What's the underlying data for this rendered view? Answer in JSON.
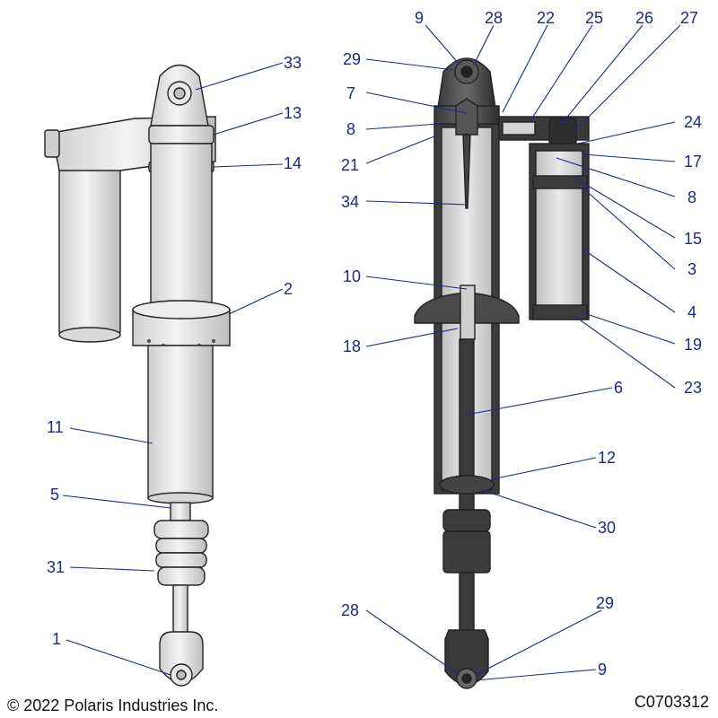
{
  "copyright": "© 2022 Polaris Industries Inc.",
  "drawing_id": "C0703312",
  "callouts": [
    "33",
    "13",
    "14",
    "2",
    "11",
    "5",
    "31",
    "1",
    "9",
    "28",
    "22",
    "25",
    "26",
    "27",
    "29",
    "7",
    "8",
    "21",
    "34",
    "24",
    "17",
    "8",
    "15",
    "3",
    "4",
    "10",
    "18",
    "19",
    "23",
    "6",
    "12",
    "30",
    "28",
    "29",
    "9"
  ]
}
